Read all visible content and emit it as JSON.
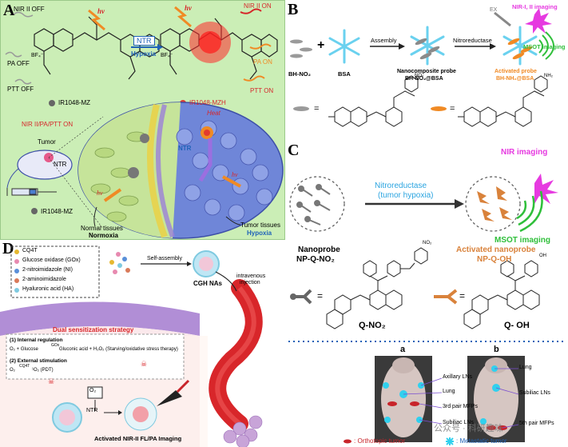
{
  "panelA": {
    "letter": "A",
    "nir_off": "NIR II OFF",
    "pa_off": "PA OFF",
    "ptt_off": "PTT OFF",
    "hv": "hν",
    "ntr": "NTR",
    "hypoxia": "Hypoxia",
    "nir_on": "NIR II ON",
    "pa_on": "PA ON",
    "ptt_on": "PTT ON",
    "bf4_left": "BF₄⁻",
    "bf4_right": "BF₄⁻",
    "legend_mz": "IR1048-MZ",
    "legend_mzh": "IR1048-MZH",
    "tissue_on": "NIR II/PA/PTT ON",
    "tumor": "Tumor",
    "ntr_mouse": "NTR",
    "injector_label": "IR1048-MZ",
    "heat": "Heat",
    "ntr_tissue": "NTR",
    "hv_tissue_left": "hν",
    "hv_tissue_right": "hν",
    "normal_tissues": "Normal tissues",
    "normoxia": "Normoxia",
    "tumor_tissues": "Tumor tissues",
    "hypoxia_tissue": "Hypoxia",
    "colors": {
      "bg": "#c9efb4",
      "red": "#d6262a",
      "orange": "#f08a24",
      "blue": "#1e62b8"
    }
  },
  "panelB": {
    "letter": "B",
    "bh_no2": "BH-NO₂",
    "plus": "+",
    "bsa": "BSA",
    "assembly": "Assembly",
    "nitroreductase": "Nitroreductase",
    "nano_probe_1": "Nanocomposite probe",
    "nano_probe_2": "BH-NO₂@BSA",
    "activated_1": "Activated probe",
    "activated_2": "BH-NH₂@BSA",
    "ex": "EX",
    "nir_imaging": "NIR-I, II imaging",
    "msot": "MSOT imaging",
    "equals_1": "=",
    "equals_2": "=",
    "no2": "NO₂",
    "nh2": "NH₂"
  },
  "panelC": {
    "letter": "C",
    "nitroreductase": "Nitroreductase",
    "tumor_hypoxia": "(tumor hypoxia)",
    "nir_imaging": "NIR imaging",
    "msot_imaging": "MSOT imaging",
    "nanoprobe_1": "Nanoprobe",
    "nanoprobe_2": "NP-Q-NO₂",
    "activated_1": "Activated nanoprobe",
    "activated_2": "NP-Q-OH",
    "equals_1": "=",
    "equals_2": "=",
    "q_no2": "Q-NO₂",
    "q_oh": "Q- OH",
    "no2": "NO₂",
    "oh": "OH",
    "mouse_a": "a",
    "mouse_b": "b",
    "axillary": "Axillary LNs",
    "lung_a": "Lung",
    "third_mfp": "3rd pair MFPs",
    "subiliac_a": "Subiliac LNs",
    "lung_b": "Lung",
    "subiliac_b": "Subiliac LNs",
    "fifth_mfp": "5th pair MFPs",
    "orthotopic": ": Orthotopic tumor",
    "metastatic": ": Metastatic tumor",
    "watermark": "公众号 · 科研趣味"
  },
  "panelD": {
    "letter": "D",
    "legend": [
      "CQ4T",
      "Glucose oxidase (GOx)",
      "2-nitroimidazole (NI)",
      "2-aminoimidazole",
      "Hyaluronic acid (HA)"
    ],
    "self_assembly": "Self-assembly",
    "cgh": "CGH NAs",
    "iv_1": "intravenous",
    "iv_2": "injection",
    "dual": "Dual sensitization strategy",
    "internal": "(1) Internal regulation",
    "eq1_left": "O₂ + Glucose",
    "eq1_cat": "GOx",
    "eq1_right": "Gluconic acid + H₂O₂ (Starving/oxidative stress therapy)",
    "external": "(2) External stimulation",
    "eq2_left": "O₂",
    "eq2_cat": "CQ4T",
    "eq2_right": "¹O₂ (PDT)",
    "o2_box": "O₂",
    "ntr": "NTR",
    "activated": "Activated NIR-II FL/PA Imaging"
  }
}
